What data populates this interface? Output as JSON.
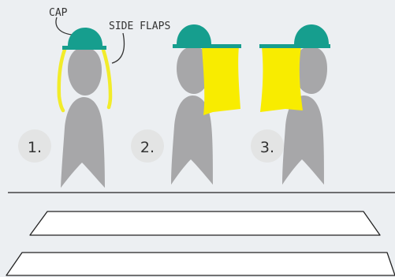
{
  "annotations": {
    "cap_label": "CAP",
    "side_flaps_label": "SIDE FLAPS"
  },
  "steps": [
    {
      "number": "1."
    },
    {
      "number": "2."
    },
    {
      "number": "3."
    }
  ],
  "colors": {
    "background": "#eceff2",
    "figure_gray": "#a7a7a9",
    "cap_teal": "#169e8e",
    "flap_yellow": "#f8ec00",
    "yellow_strip": "#f2ec2a",
    "circle_fill": "#e3e4e4",
    "line": "#222222"
  }
}
